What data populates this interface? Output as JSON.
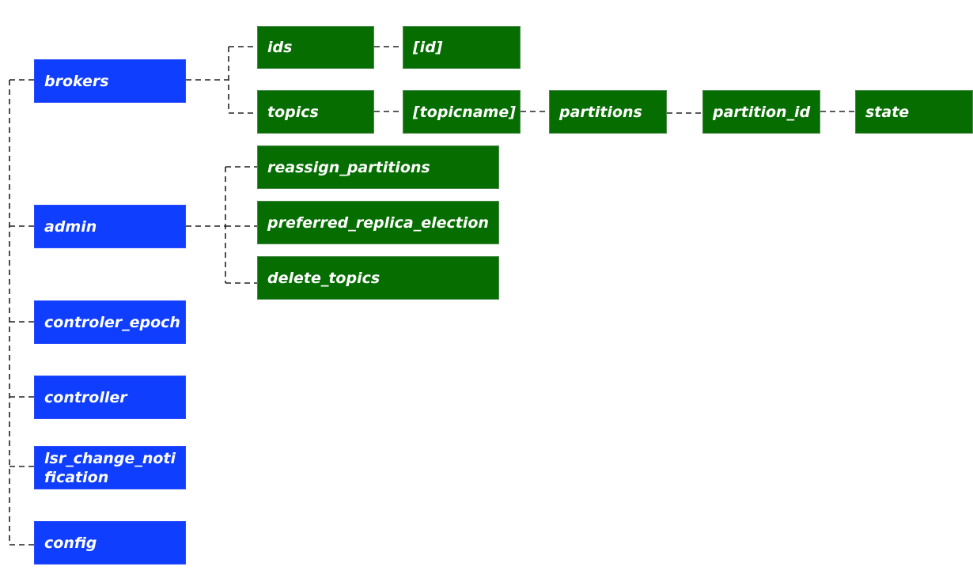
{
  "root_children": [
    "brokers",
    "admin",
    "controler_epoch",
    "controller",
    "lsr_change_noti fication",
    "config"
  ],
  "brokers_children": {
    "ids": "ids",
    "id": "[id]",
    "topics": "topics",
    "topicname": "[topicname]",
    "partitions": "partitions",
    "partition_id": "partition_id",
    "state": "state"
  },
  "admin_children": [
    "reassign_partitions",
    "preferred_replica_election",
    "delete_topics"
  ],
  "colors": {
    "root_node": "#0f3eff",
    "child_node": "#066e00"
  }
}
